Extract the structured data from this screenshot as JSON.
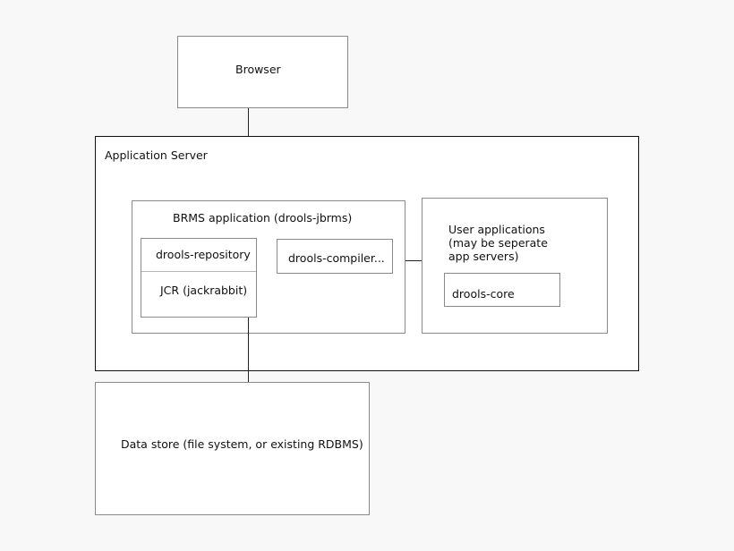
{
  "diagram": {
    "browser": {
      "label": "Browser"
    },
    "app_server": {
      "label": "Application Server"
    },
    "brms_app": {
      "label": "BRMS application (drools-jbrms)"
    },
    "drools_repository": {
      "label": "drools-repository"
    },
    "jcr": {
      "label": "JCR (jackrabbit)"
    },
    "drools_compiler": {
      "label": "drools-compiler..."
    },
    "user_apps": {
      "line1": "User applications",
      "line2": "(may be seperate",
      "line3": "app servers)"
    },
    "drools_core": {
      "label": "drools-core"
    },
    "data_store": {
      "label": "Data store (file system, or existing RDBMS)"
    }
  }
}
